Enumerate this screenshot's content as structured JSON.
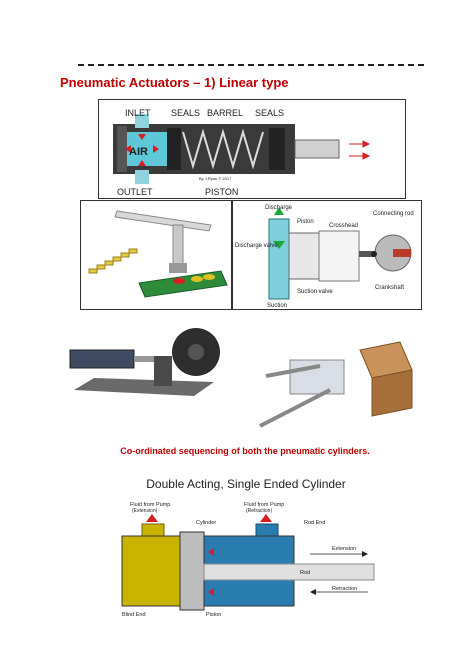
{
  "heading": "Pneumatic Actuators – 1) Linear type",
  "fig1": {
    "inlet": "INLET",
    "seals1": "SEALS",
    "barrel": "BARREL",
    "seals2": "SEALS",
    "air": "AIR",
    "outlet": "OUTLET",
    "piston": "PISTON",
    "credit": "By J.Ryan © 2017"
  },
  "fig3": {
    "discharge": "Discharge",
    "piston": "Piston",
    "crosshead": "Crosshead",
    "connecting_rod": "Connecting rod",
    "discharge_valve": "Discharge valve",
    "suction_valve": "Suction valve",
    "crankshaft": "Crankshaft",
    "suction": "Suction"
  },
  "caption": "Co-ordinated sequencing of both the pneumatic cylinders.",
  "fig6": {
    "title": "Double Acting, Single Ended Cylinder",
    "fluid_ext": "Fluid from Pump",
    "fluid_ext_sub": "(Extension)",
    "fluid_ret": "Fluid from Pump",
    "fluid_ret_sub": "(Retraction)",
    "cylinder": "Cylinder",
    "rod_end": "Rod End",
    "extension": "Extension",
    "rod": "Rod",
    "retraction": "Retraction",
    "blind_end": "Blind End",
    "piston": "Piston"
  },
  "colors": {
    "heading": "#c00000",
    "air_chamber": "#5ec8d8",
    "yellow_fluid": "#c8b400",
    "blue_fluid": "#2a7bb0",
    "arrow_red": "#d62020",
    "valve_green": "#1aa83a"
  }
}
